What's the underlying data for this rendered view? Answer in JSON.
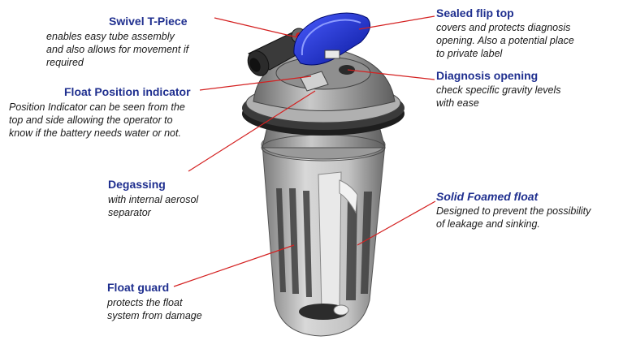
{
  "callouts": {
    "swivel": {
      "title": "Swivel T-Piece",
      "lines": [
        "enables easy tube assembly",
        "and also allows for movement if",
        "required"
      ]
    },
    "float_position": {
      "title": "Float Position indicator",
      "lines": [
        "Position Indicator can be seen  from the",
        "top and side allowing the operator to",
        "know if the battery needs water or not."
      ]
    },
    "degassing": {
      "title": "Degassing",
      "lines": [
        "with internal aerosol",
        "separator"
      ]
    },
    "float_guard": {
      "title": "Float guard",
      "lines": [
        "protects the float",
        "system from damage"
      ]
    },
    "sealed_flip_top": {
      "title": "Sealed flip top",
      "lines": [
        "covers and protects diagnosis",
        "opening. Also a potential place",
        "to private label"
      ]
    },
    "diagnosis_opening": {
      "title": "Diagnosis opening",
      "lines": [
        "check specific gravity levels",
        "with ease"
      ]
    },
    "solid_foamed_float": {
      "title": "Solid Foamed float",
      "lines": [
        "Designed to prevent the possibility",
        "of leakage  and sinking."
      ]
    }
  },
  "colors": {
    "title": "#1f2f8f",
    "leader": "#d42020",
    "flip_top": "#1a2fc8",
    "body": "#b9b9b9"
  }
}
